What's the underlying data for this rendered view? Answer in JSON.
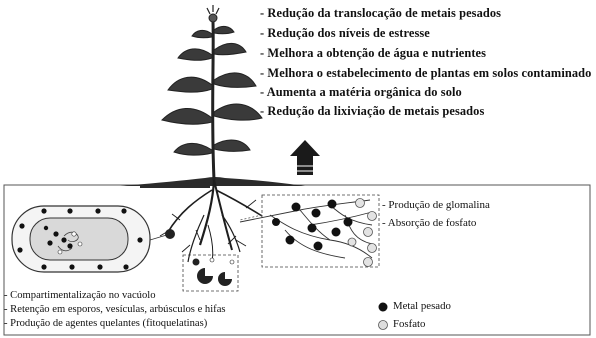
{
  "benefits": [
    "- Redução da translocação de metais pesados",
    "- Redução dos níveis de estresse",
    "- Melhora a obtenção de água e nutrientes",
    "- Melhora o estabelecimento de plantas em solos contaminado",
    "- Aumenta a matéria orgânica do solo",
    "- Redução da lixiviação de metais pesados"
  ],
  "hyphae_notes": [
    "- Produção de glomalina",
    "- Absorção de fosfato"
  ],
  "cell_notes": [
    "- Compartimentalização no vacúolo",
    "- Retenção em esporos, vesículas, arbúsculos e hifas",
    "- Produção de agentes quelantes (fitoquelatinas)"
  ],
  "legend": {
    "metal": "Metal pesado",
    "phosphate": "Fosfato"
  },
  "colors": {
    "soil_surface": "#2b2b2b",
    "metal": "#111111",
    "phosphate": "#dddddd",
    "line": "#222222"
  },
  "icons": [
    "plant-illustration",
    "upward-arrow-icon",
    "fungal-hypha",
    "cell-vacuole"
  ]
}
